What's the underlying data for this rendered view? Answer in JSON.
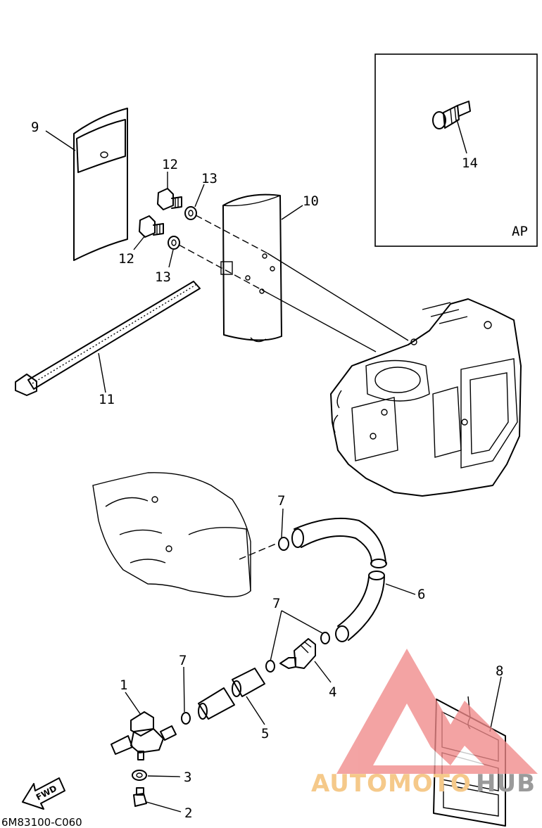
{
  "diagram_code": "6M83100-C060",
  "inset_label": "AP",
  "fwd_label": "FWD",
  "callouts": {
    "c1": "1",
    "c2": "2",
    "c3": "3",
    "c4": "4",
    "c5": "5",
    "c6": "6",
    "c7a": "7",
    "c7b": "7",
    "c7c": "7",
    "c8": "8",
    "c9": "9",
    "c10": "10",
    "c11": "11",
    "c12a": "12",
    "c12b": "12",
    "c13a": "13",
    "c13b": "13",
    "c14": "14"
  },
  "watermark": {
    "text_part1": "AUTOMOTO",
    "text_part2": "HUB",
    "color_main": "#f08a8a",
    "color_text1": "#f5c98a",
    "color_text2": "#9a9a9a"
  }
}
